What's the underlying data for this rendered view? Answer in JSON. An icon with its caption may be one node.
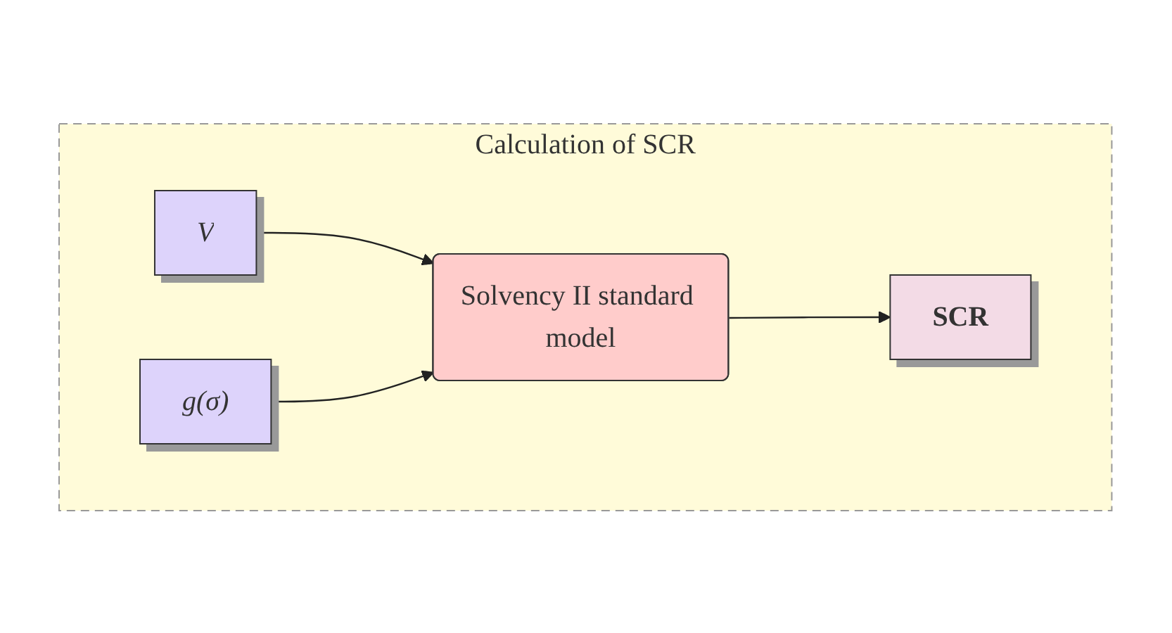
{
  "diagram": {
    "nodes": [
      {
        "text": [
          "Calculation of SCR"
        ]
      },
      {
        "text": [
          "V"
        ],
        "in": 0
      },
      {
        "text": [
          "g(σ)"
        ],
        "in": 0
      },
      {
        "text": [
          "Solvency II standard model"
        ],
        "in": 0
      },
      {
        "text": [
          "SCR"
        ],
        "in": 0
      }
    ],
    "edges": [
      {
        "from": 1,
        "to": 3,
        "arrow": "to"
      },
      {
        "from": 2,
        "to": 3,
        "arrow": "to"
      },
      {
        "from": 3,
        "to": 4,
        "arrow": "to"
      }
    ]
  }
}
